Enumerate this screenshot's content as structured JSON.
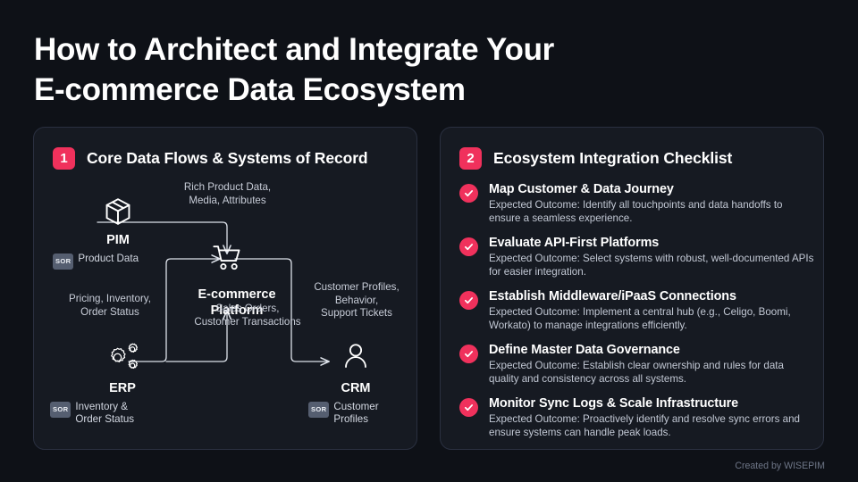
{
  "slide": {
    "title": "How to Architect and Integrate Your\nE-commerce Data Ecosystem",
    "footer": "Created by WISEPIM",
    "accent_color": "#F0315C",
    "background_color": "#0e1117",
    "panel_color": "#161A22"
  },
  "left_panel": {
    "number": "1",
    "title": "Core Data Flows & Systems of Record",
    "nodes": {
      "pim": {
        "icon": "package-box-icon",
        "label": "PIM",
        "sor_badge": "SOR",
        "sor_text": "Product Data"
      },
      "platform": {
        "icon": "shopping-cart-icon",
        "label": "E-commerce\nPlatform"
      },
      "erp": {
        "icon": "gears-icon",
        "label": "ERP",
        "sor_badge": "SOR",
        "sor_text": "Inventory &\nOrder Status"
      },
      "crm": {
        "icon": "user-person-icon",
        "label": "CRM",
        "sor_badge": "SOR",
        "sor_text": "Customer\nProfiles"
      }
    },
    "flows": {
      "pim_to_platform": "Rich Product Data,\nMedia, Attributes",
      "erp_to_platform_left": "Pricing, Inventory,\nOrder Status",
      "platform_to_erp": "Sales Orders,\nCustomer Transactions",
      "platform_to_crm": "Customer Profiles,\nBehavior,\nSupport Tickets"
    }
  },
  "right_panel": {
    "number": "2",
    "title": "Ecosystem Integration Checklist",
    "items": [
      {
        "icon": "check-circle-icon",
        "title": "Map Customer & Data Journey",
        "desc": "Expected Outcome: Identify all touchpoints and data handoffs to ensure a seamless experience."
      },
      {
        "icon": "check-circle-icon",
        "title": "Evaluate API-First Platforms",
        "desc": "Expected Outcome: Select systems with robust, well-documented APIs for easier integration."
      },
      {
        "icon": "check-circle-icon",
        "title": "Establish Middleware/iPaaS Connections",
        "desc": "Expected Outcome: Implement a central hub (e.g., Celigo, Boomi, Workato) to manage integrations efficiently."
      },
      {
        "icon": "check-circle-icon",
        "title": "Define Master Data Governance",
        "desc": "Expected Outcome: Establish clear ownership and rules for data quality and consistency across all systems."
      },
      {
        "icon": "check-circle-icon",
        "title": "Monitor Sync Logs & Scale Infrastructure",
        "desc": "Expected Outcome: Proactively identify and resolve sync errors and ensure systems can handle peak loads."
      }
    ]
  }
}
